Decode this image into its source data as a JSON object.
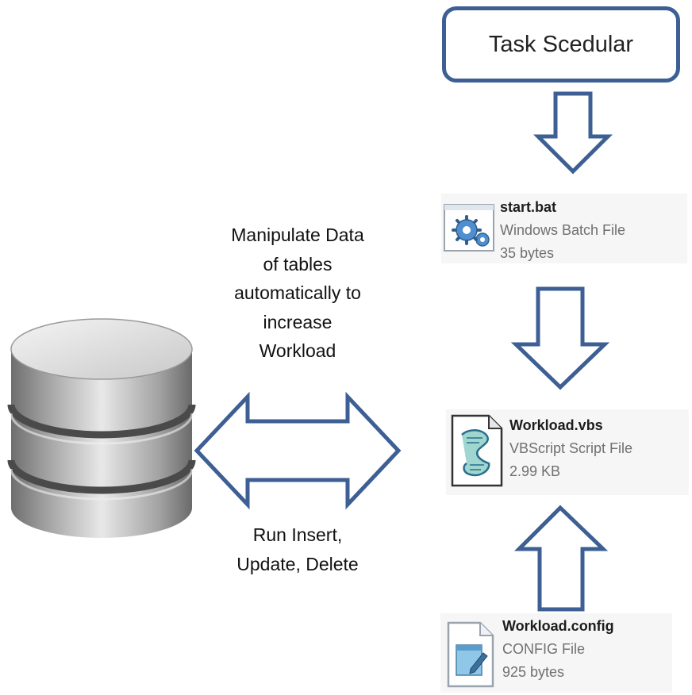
{
  "scheduler": {
    "label": "Task Scedular"
  },
  "operation_labels": {
    "manipulate_lines": [
      "Manipulate Data",
      "of tables",
      "automatically to",
      "increase",
      "Workload"
    ],
    "run_lines": [
      "Run Insert,",
      "Update, Delete"
    ]
  },
  "files": {
    "start_bat": {
      "name": "start.bat",
      "type": "Windows Batch File",
      "size": "35 bytes",
      "icon": "gears-icon"
    },
    "workload_vbs": {
      "name": "Workload.vbs",
      "type": "VBScript Script File",
      "size": "2.99 KB",
      "icon": "vbscript-scroll-icon"
    },
    "workload_config": {
      "name": "Workload.config",
      "type": "CONFIG File",
      "size": "925 bytes",
      "icon": "notepad-icon"
    }
  },
  "icons": {
    "database": "database-cylinder-icon"
  },
  "colors": {
    "arrow_stroke": "#3d5f93",
    "box_stroke": "#3d5f93",
    "database_body": "#a9a9a9",
    "card_background": "#f6f6f6"
  }
}
